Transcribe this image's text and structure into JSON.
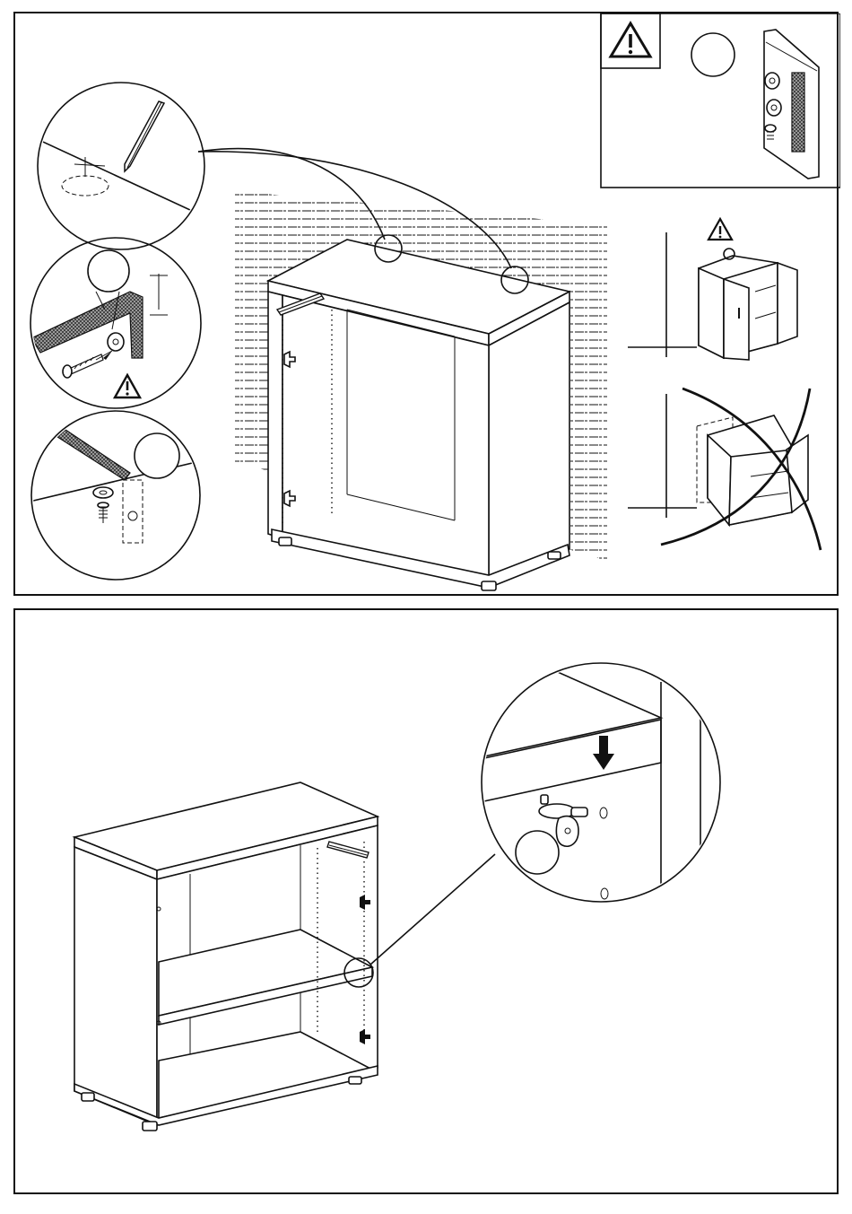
{
  "page": {
    "title": "",
    "background": "#ffffff",
    "line_color": "#111111"
  },
  "step_top": {
    "warning_badge_icon": "warning-triangle-icon",
    "hardware_pack_icon": "anti-tip-fitting-pack-icon",
    "detail_callouts": [
      {
        "name": "detail-mark-drill-position",
        "icon": "pencil-icon"
      },
      {
        "name": "detail-fix-bracket-to-wall",
        "icon": "wall-bracket-icon"
      },
      {
        "name": "detail-screw-bracket-to-cabinet",
        "icon": "screw-icon"
      }
    ],
    "side_views": [
      {
        "name": "side-view-correct-anchored",
        "icon": "warning-triangle-icon"
      },
      {
        "name": "side-view-tipping-crossed",
        "icon": "cross-out-icon"
      }
    ]
  },
  "step_bottom": {
    "detail_icon": "shelf-support-pin-icon",
    "arrow_icon": "arrow-down-icon"
  }
}
